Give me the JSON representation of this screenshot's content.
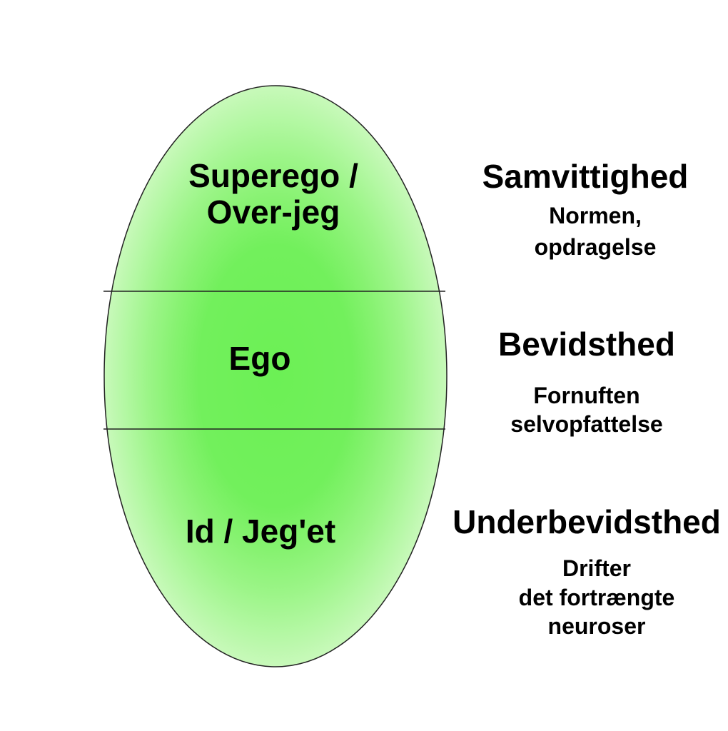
{
  "colors": {
    "outer": "#c4f8b8",
    "mid": "#98f584",
    "inner": "#6cf055",
    "stroke": "#222222"
  },
  "ellipse": {
    "top": [
      "Superego /",
      "Over-jeg"
    ],
    "middle": [
      "Ego"
    ],
    "bottom": [
      "Id / Jeg'et"
    ]
  },
  "labels": {
    "top": {
      "title": "Samvittighed",
      "lines": [
        "Normen,",
        "opdragelse"
      ]
    },
    "middle": {
      "title": "Bevidsthed",
      "lines": [
        "Fornuften",
        "selvopfattelse"
      ]
    },
    "bottom": {
      "title": "Underbevidsthed",
      "lines": [
        "Drifter",
        "det fortrængte",
        "neuroser"
      ]
    }
  }
}
